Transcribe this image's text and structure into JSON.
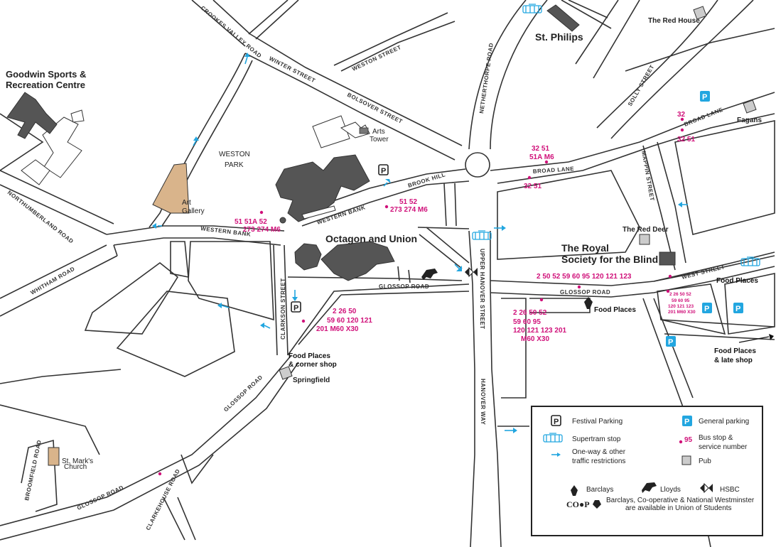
{
  "places": {
    "goodwin_line1": "Goodwin Sports &",
    "goodwin_line2": "Recreation Centre",
    "weston_park_1": "WESTON",
    "weston_park_2": "PARK",
    "art_gallery_1": "Art",
    "art_gallery_2": "Gallery",
    "arts_tower_1": "Arts",
    "arts_tower_2": "Tower",
    "st_philips": "St. Philips",
    "red_house": "The Red House",
    "fagans": "Fagans",
    "red_deer": "The Red Deer",
    "royal_society_1": "The Royal",
    "royal_society_2": "Society for the Blind",
    "octagon": "Octagon and Union",
    "springfield": "Springfield",
    "st_marks_1": "St. Mark's",
    "st_marks_2": "Church",
    "food_corner_1": "Food Places",
    "food_corner_2": "& corner shop",
    "food_places_mid": "Food Places",
    "food_places_right": "Food Places",
    "food_late_1": "Food Places",
    "food_late_2": "& late shop"
  },
  "streets": {
    "crookes_valley": "CROOKES VALLEY ROAD",
    "winter": "WINTER STREET",
    "weston_st": "WESTON STREET",
    "bolsover": "BOLSOVER STREET",
    "netherthorpe": "NETHERTHORPE ROAD",
    "solly": "SOLLY STREET",
    "broad_lane_ne": "BROAD LANE",
    "broad_lane": "BROAD LANE",
    "brook_hill": "BROOK HILL",
    "western_bank_1": "WESTERN BANK",
    "western_bank_2": "WESTERN BANK",
    "mappin": "MAPPIN STREET",
    "northumberland": "NORTHUMBERLAND ROAD",
    "whitham": "WHITHAM ROAD",
    "clarkson": "CLARKSON STREET",
    "glossop_mid": "GLOSSOP ROAD",
    "glossop_right": "GLOSSOP ROAD",
    "glossop_left": "GLOSSOP ROAD",
    "glossop_lower": "GLOSSOP ROAD",
    "upper_hanover": "UPPER HANOVER STREET",
    "hanover_way": "HANOVER WAY",
    "west_street": "WEST STREET",
    "broomfield": "BROOMFIELD ROAD",
    "clarkehouse": "CLARKEHOUSE ROAD"
  },
  "bus_stops": {
    "a1": "51  51A 52",
    "a2": "273  274  M6",
    "b1": "51  52",
    "b2": "273  274  M6",
    "c1": "32  51",
    "c2": "51A  M6",
    "c3": "32  51",
    "d1": "32",
    "d2": "32  51",
    "e1": "2  26  50",
    "e2": "59  60  120  121",
    "e3": "201  M60  X30",
    "f1": "2  26  50  52",
    "f2": "59  60  95",
    "f3": "120  121  123  201",
    "f4": "M60  X30",
    "g1": "2   50   52   59   60   95   120   121   123",
    "h1": "2  26  50  52",
    "h2": "59  60  95",
    "h3": "120  121  123",
    "h4": "201  M60  X30"
  },
  "legend": {
    "festival_parking": "Festival Parking",
    "general_parking": "General parking",
    "supertram": "Supertram stop",
    "bus_stop_1": "Bus stop &",
    "bus_stop_2": "service number",
    "bus_sample": "95",
    "oneway_1": "One-way & other",
    "oneway_2": "traffic restrictions",
    "pub": "Pub",
    "barclays": "Barclays",
    "lloyds": "Lloyds",
    "hsbc": "HSBC",
    "coop": "CO●P",
    "atm_1": "Barclays, Co-operative & National Westminster",
    "atm_2": "are available in Union of Students"
  },
  "colors": {
    "bus_magenta": "#d0117a",
    "tram_blue": "#22a6e0",
    "gallery_tan": "#d9b48b",
    "building_grey": "#555555"
  },
  "icons": {
    "parking": "P"
  }
}
